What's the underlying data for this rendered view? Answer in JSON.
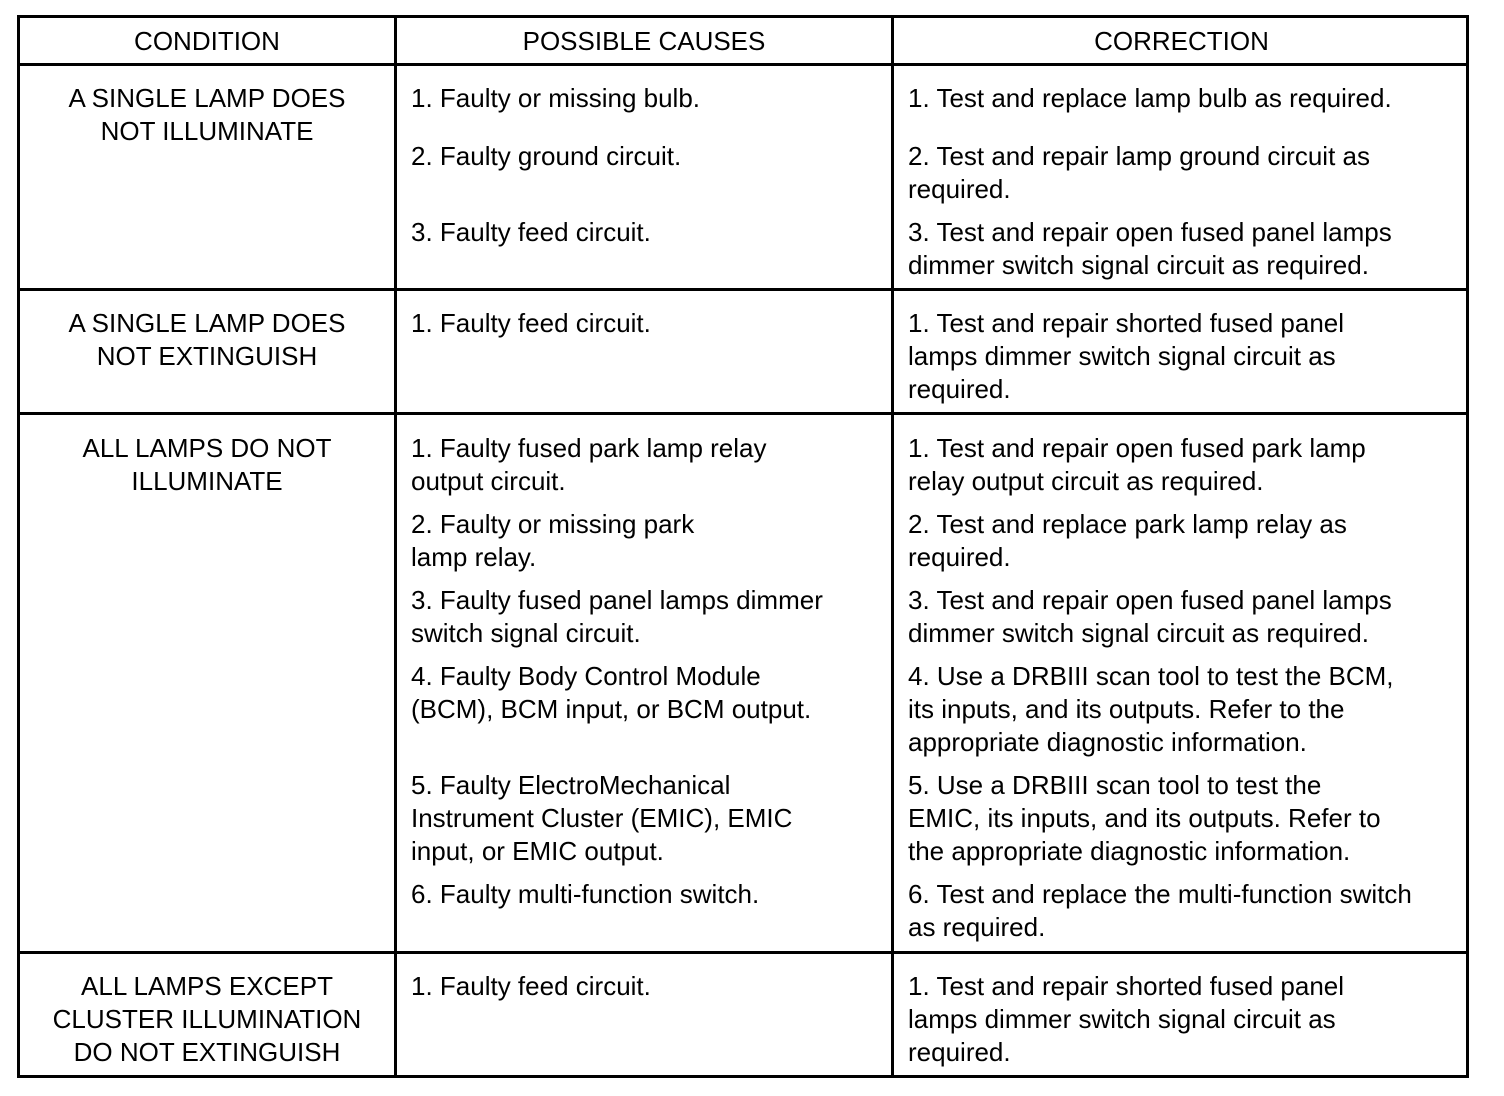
{
  "table": {
    "headers": {
      "condition": "CONDITION",
      "causes": "POSSIBLE CAUSES",
      "correction": "CORRECTION"
    },
    "rows": [
      {
        "condition": [
          "A SINGLE LAMP DOES",
          "NOT ILLUMINATE"
        ],
        "causes": [
          [
            "1. Faulty or missing bulb."
          ],
          [
            "2. Faulty ground circuit."
          ],
          [
            "3. Faulty feed circuit."
          ]
        ],
        "corrections": [
          [
            "1. Test and replace lamp bulb as required."
          ],
          [
            "2. Test and repair lamp ground circuit as",
            "required."
          ],
          [
            "3. Test and repair open fused panel lamps",
            "dimmer switch signal circuit as required."
          ]
        ]
      },
      {
        "condition": [
          "A SINGLE LAMP DOES",
          "NOT EXTINGUISH"
        ],
        "causes": [
          [
            "1. Faulty feed circuit."
          ]
        ],
        "corrections": [
          [
            "1. Test and repair shorted fused panel",
            "lamps dimmer switch signal circuit as",
            "required."
          ]
        ]
      },
      {
        "condition": [
          "ALL LAMPS DO NOT",
          "ILLUMINATE"
        ],
        "causes": [
          [
            "1. Faulty fused park lamp relay",
            "output circuit."
          ],
          [
            "2. Faulty or missing park",
            "lamp relay."
          ],
          [
            "3. Faulty fused panel lamps dimmer",
            "switch signal circuit."
          ],
          [
            "4. Faulty Body Control Module",
            "(BCM), BCM input, or BCM output."
          ],
          [
            "5. Faulty ElectroMechanical",
            "Instrument Cluster (EMIC), EMIC",
            "input, or EMIC output."
          ],
          [
            "6. Faulty multi-function switch."
          ]
        ],
        "corrections": [
          [
            "1. Test and repair open fused park lamp",
            "relay output circuit as required."
          ],
          [
            "2. Test and replace park lamp relay as",
            "required."
          ],
          [
            "3. Test and repair open fused panel lamps",
            "dimmer switch signal circuit as required."
          ],
          [
            "4. Use a DRBIII   scan tool to test the BCM,",
            "its inputs, and its outputs. Refer to the",
            "appropriate diagnostic information."
          ],
          [
            "5. Use a DRBIII   scan tool to test the",
            "EMIC, its inputs, and its outputs. Refer to",
            "the appropriate diagnostic information."
          ],
          [
            "6. Test and replace the multi-function switch",
            "as required."
          ]
        ]
      },
      {
        "condition": [
          "ALL LAMPS EXCEPT",
          "CLUSTER ILLUMINATION",
          "DO NOT EXTINGUISH"
        ],
        "causes": [
          [
            "1. Faulty feed circuit."
          ]
        ],
        "corrections": [
          [
            "1. Test and repair shorted fused panel",
            "lamps dimmer switch signal circuit as",
            "required."
          ]
        ]
      }
    ]
  }
}
